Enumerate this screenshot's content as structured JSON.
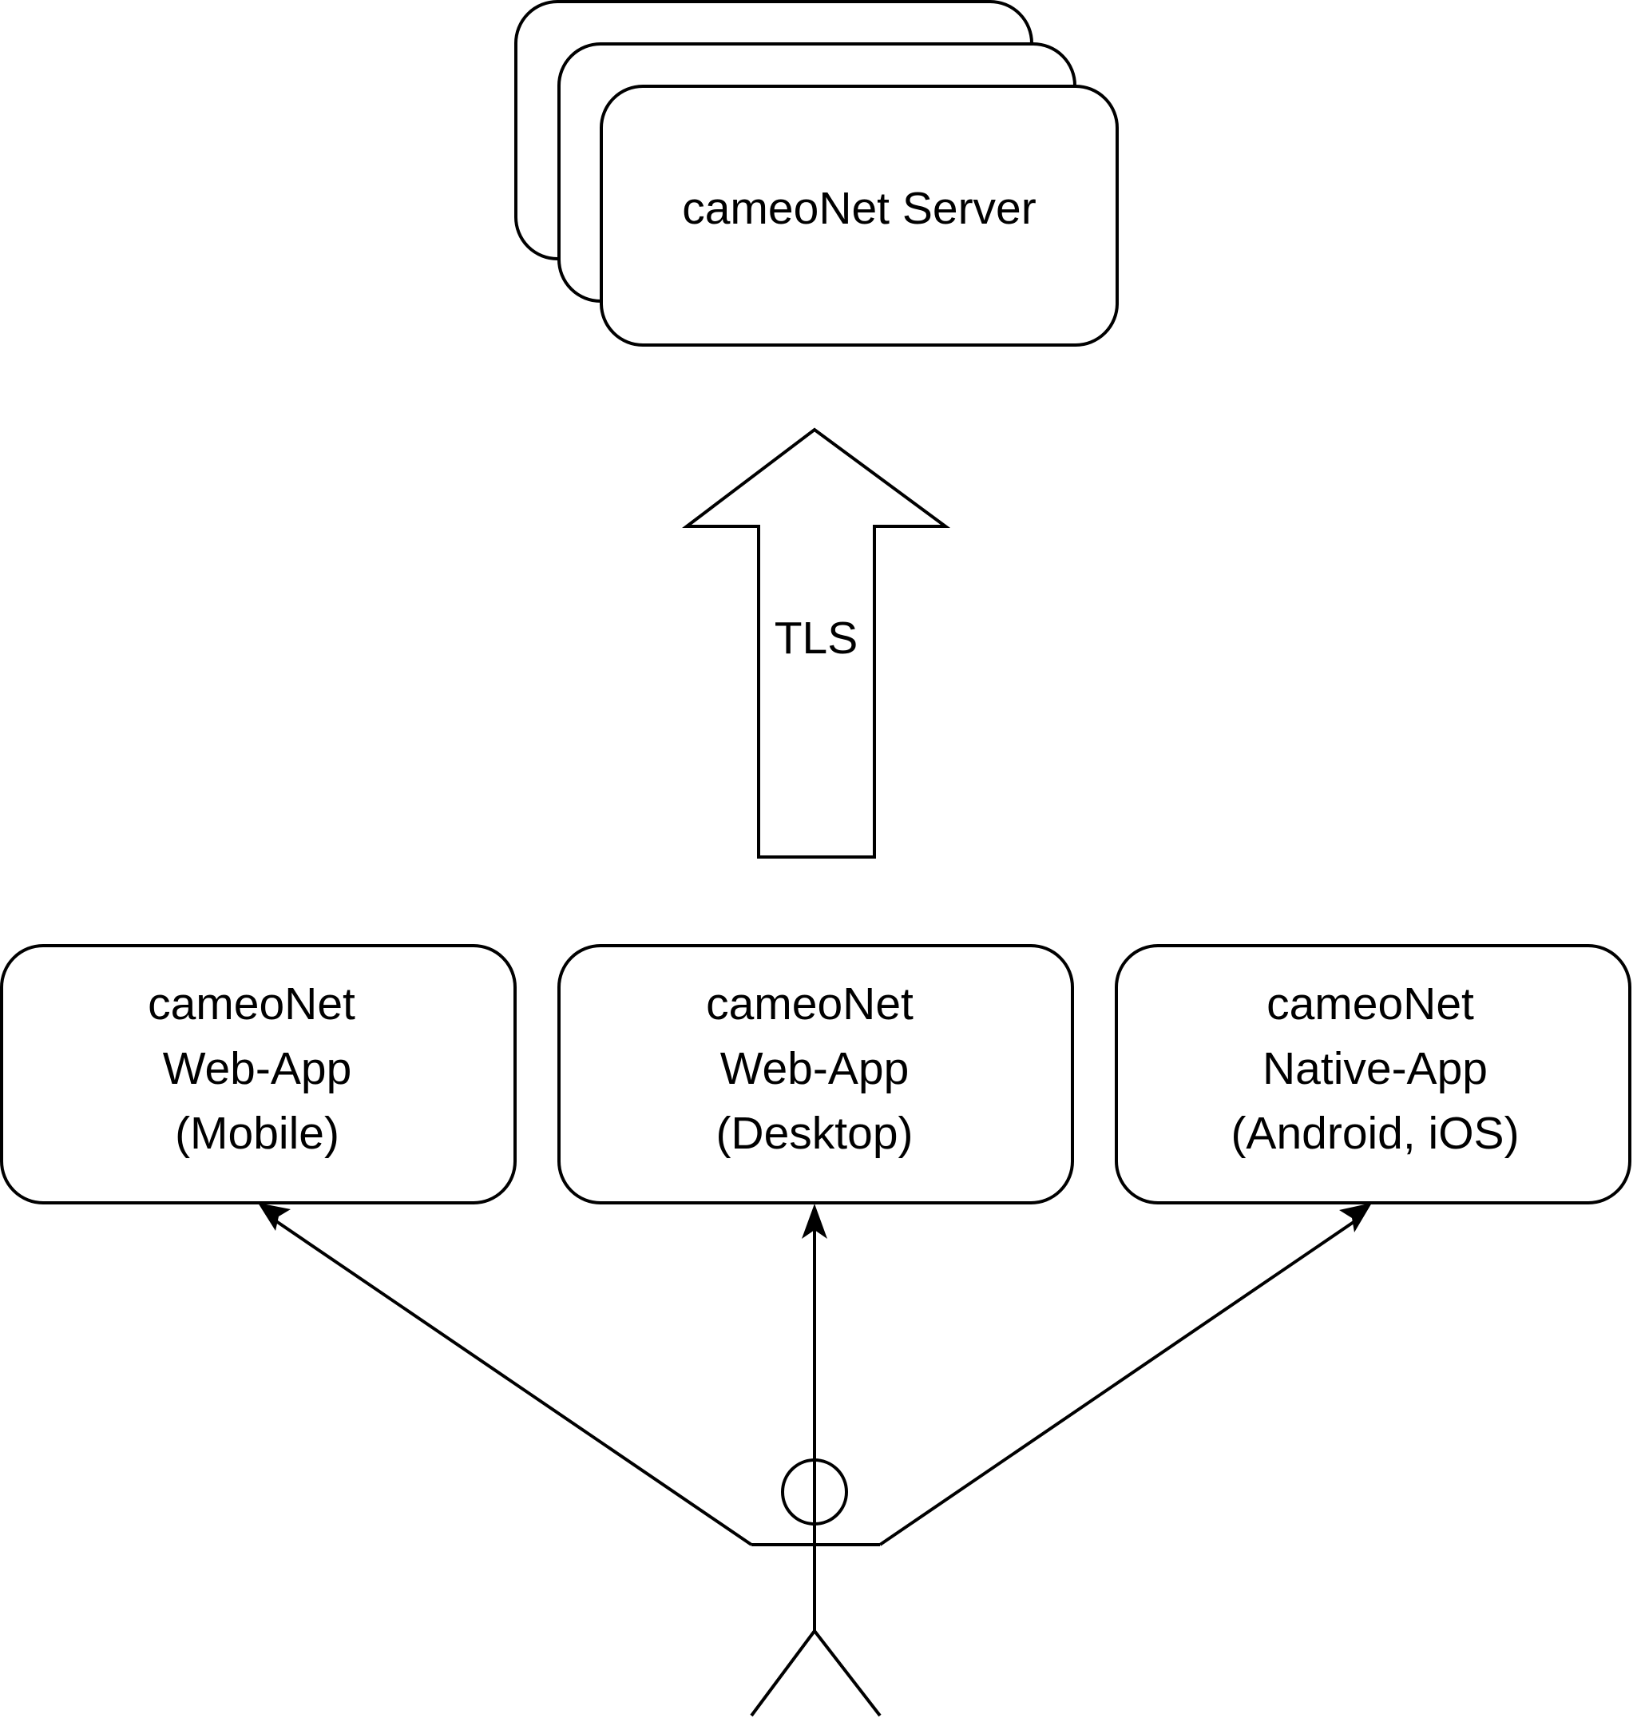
{
  "server": {
    "label": "cameoNet Server"
  },
  "connection": {
    "label": "TLS"
  },
  "clients": [
    {
      "lines": [
        "cameoNet",
        "Web-App",
        "(Mobile)"
      ]
    },
    {
      "lines": [
        "cameoNet",
        "Web-App",
        "(Desktop)"
      ]
    },
    {
      "lines": [
        "cameoNet",
        "Native-App",
        "(Android, iOS)"
      ]
    }
  ],
  "colors": {
    "stroke": "#000000",
    "fill": "#ffffff"
  },
  "icons": {
    "user": "stick-figure-user-icon"
  }
}
